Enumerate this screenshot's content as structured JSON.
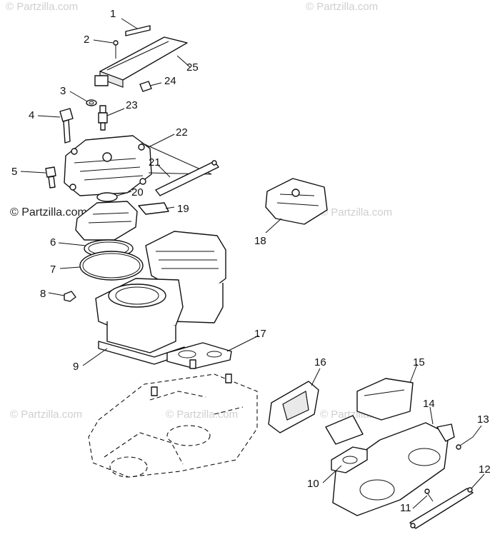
{
  "watermarks": {
    "top_left": "© Partzilla.com",
    "top_right": "© Partzilla.com",
    "mid_left": "© Partzilla.com",
    "mid_right": "© Partzilla.com",
    "low_left": "© Partzilla.com",
    "low_center": "© Partzilla.com",
    "low_right": "© Partzilla.com"
  },
  "callouts": {
    "c1": "1",
    "c2": "2",
    "c3": "3",
    "c4": "4",
    "c5": "5",
    "c6": "6",
    "c7": "7",
    "c8": "8",
    "c9": "9",
    "c10": "10",
    "c11": "11",
    "c12": "12",
    "c13": "13",
    "c14": "14",
    "c15": "15",
    "c16": "16",
    "c17": "17",
    "c18": "18",
    "c19": "19",
    "c20": "20",
    "c21": "21",
    "c22": "22",
    "c23": "23",
    "c24": "24",
    "c25": "25"
  }
}
